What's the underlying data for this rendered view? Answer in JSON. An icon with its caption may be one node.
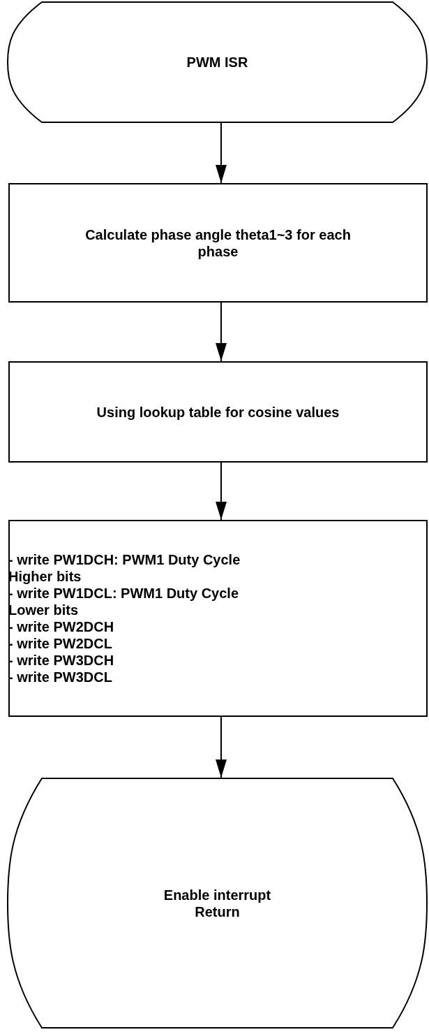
{
  "diagram": {
    "nodes": [
      {
        "text": [
          "PWM ISR"
        ]
      },
      {
        "text": [
          "Calculate phase angle theta1~3 for each phase"
        ]
      },
      {
        "text": [
          "Using lookup table for cosine values"
        ]
      },
      {
        "text": [
          "- write PW1DCH: PWM1 Duty Cycle Higher bits",
          "- write PW1DCL: PWM1 Duty Cycle Lower bits",
          "- write PW2DCH",
          "- write PW2DCL",
          "- write PW3DCH",
          "- write PW3DCL"
        ]
      },
      {
        "text": [
          "Enable interrupt",
          "Return"
        ]
      }
    ],
    "edges": [
      {
        "from": 0,
        "to": 1,
        "arrow": "to"
      },
      {
        "from": 1,
        "to": 2,
        "arrow": "to"
      },
      {
        "from": 2,
        "to": 3,
        "arrow": "to"
      },
      {
        "from": 3,
        "to": 4,
        "arrow": "to"
      }
    ]
  }
}
